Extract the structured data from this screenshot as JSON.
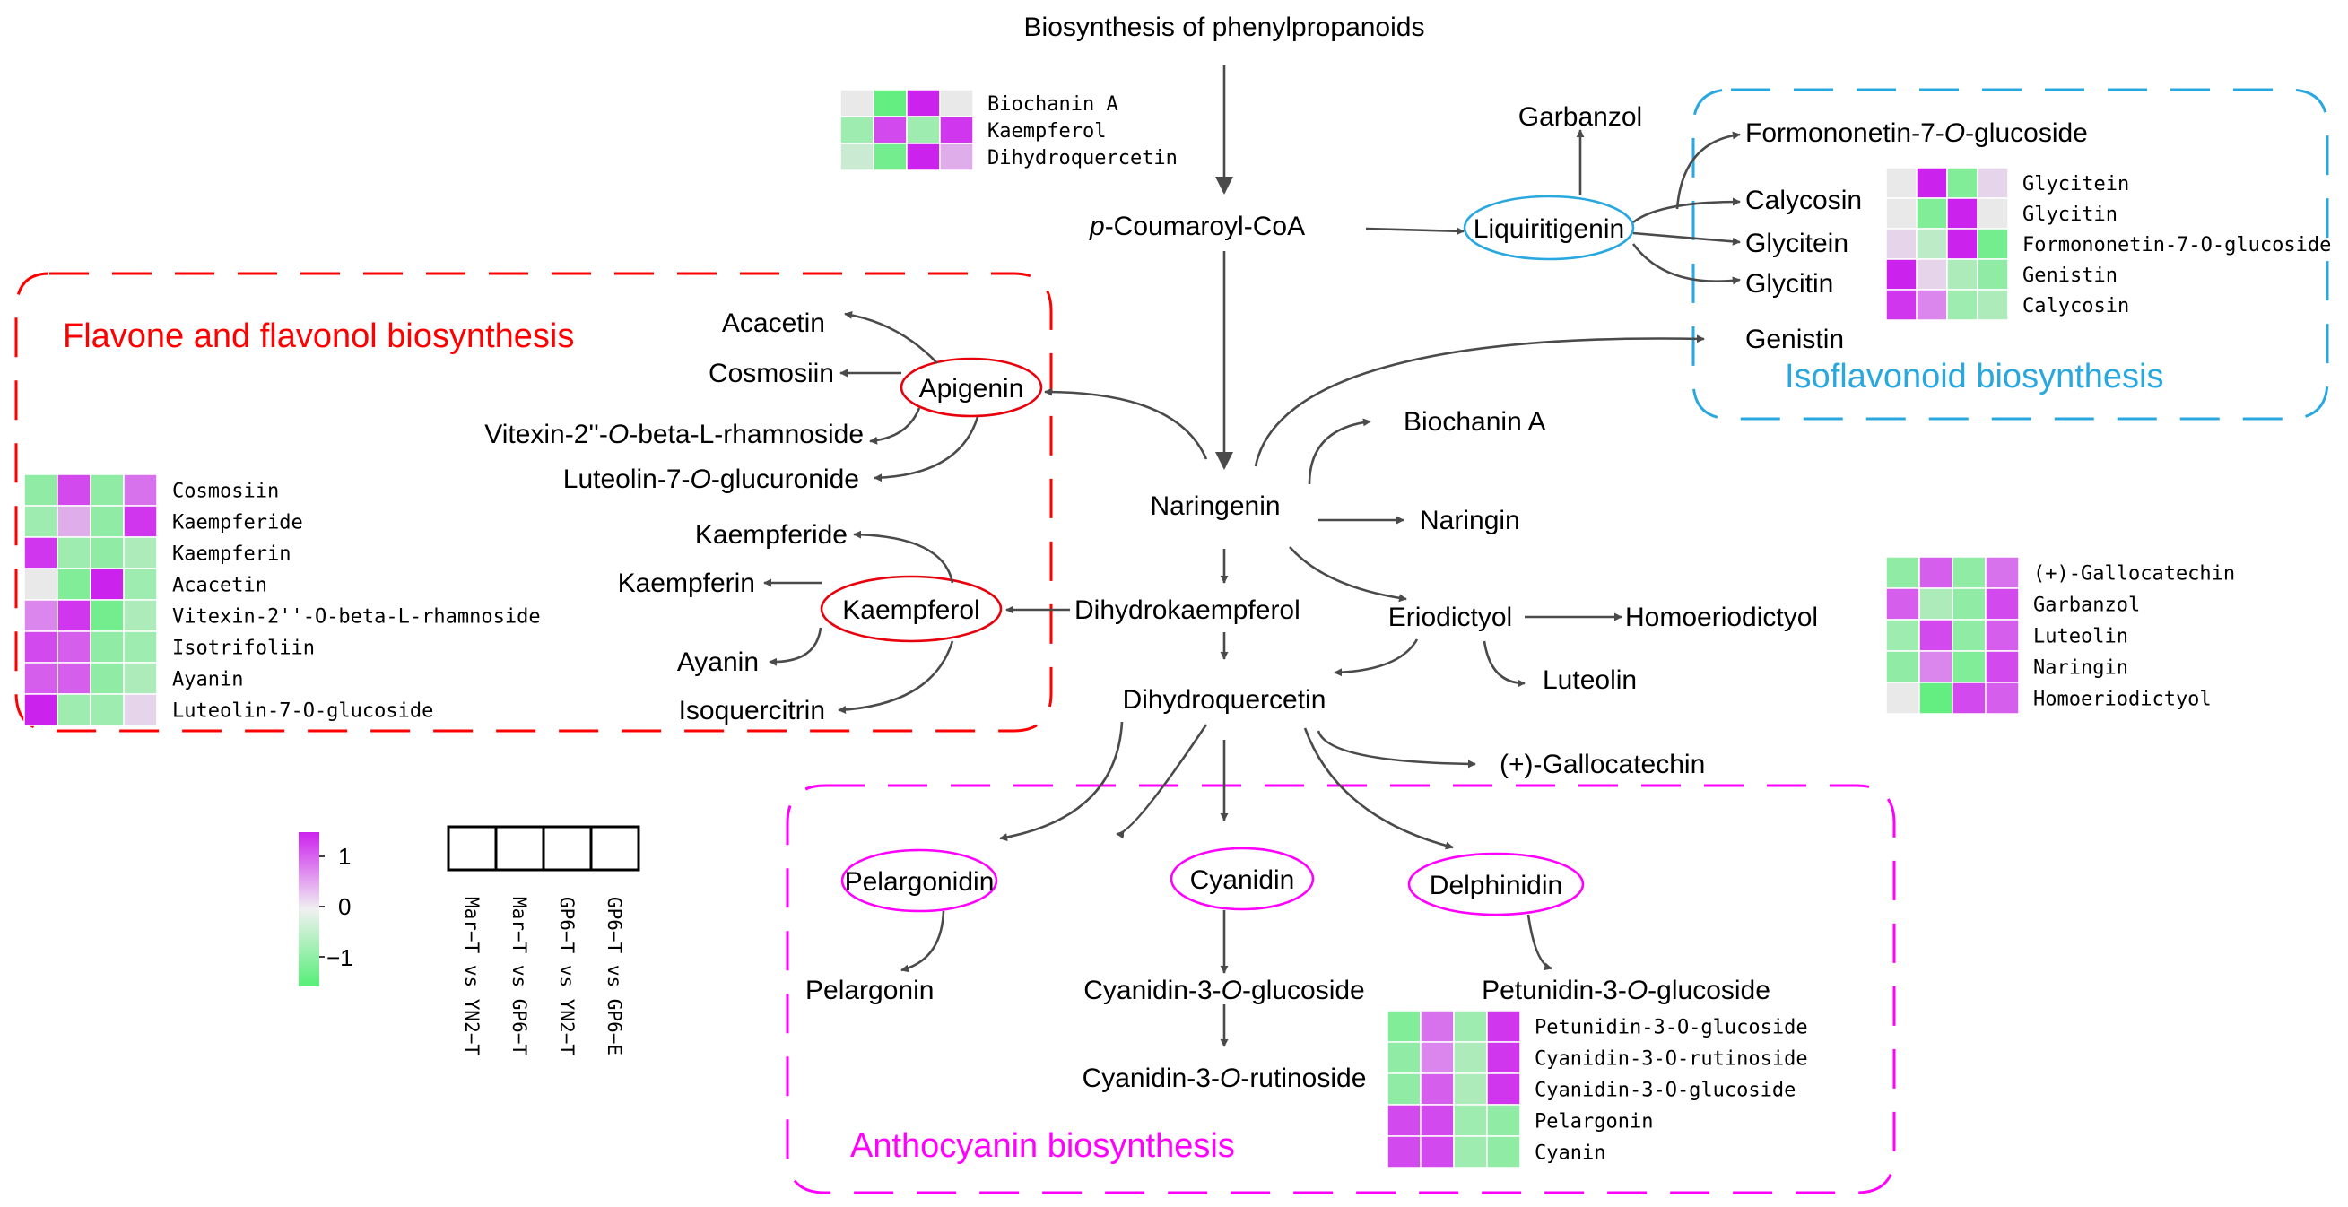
{
  "nodes": {
    "phenylpropanoids": "Biosynthesis of phenylpropanoids",
    "coumaroyl_italic": "p",
    "coumaroyl_rest": "-Coumaroyl-CoA",
    "naringenin": "Naringenin",
    "liquiritigenin": "Liquiritigenin",
    "garbanzol": "Garbanzol",
    "formononetin_a": "Formononetin-7-",
    "formononetin_b": "O",
    "formononetin_c": "-glucoside",
    "calycosin": "Calycosin",
    "glycitein": "Glycitein",
    "glycitin": "Glycitin",
    "genistin": "Genistin",
    "acacetin": "Acacetin",
    "cosmosiin": "Cosmosiin",
    "apigenin": "Apigenin",
    "vitexin_a": "Vitexin-2''-",
    "vitexin_b": "O",
    "vitexin_c": "-beta-L-rhamnoside",
    "luteolin7_a": "Luteolin-7-",
    "luteolin7_b": "O",
    "luteolin7_c": "-glucuronide",
    "kaempferide": "Kaempferide",
    "kaempferin": "Kaempferin",
    "kaempferol": "Kaempferol",
    "ayanin": "Ayanin",
    "isoquercitrin": "Isoquercitrin",
    "dihydrokaempferol": "Dihydrokaempferol",
    "biochanin": "Biochanin A",
    "naringin": "Naringin",
    "eriodictyol": "Eriodictyol",
    "homoeriodictyol": "Homoeriodictyol",
    "luteolin": "Luteolin",
    "dihydroquercetin": "Dihydroquercetin",
    "gallocatechin": "(+)-Gallocatechin",
    "pelargonidin": "Pelargonidin",
    "cyanidin": "Cyanidin",
    "delphinidin": "Delphinidin",
    "pelargonin": "Pelargonin",
    "cyan3glu_a": "Cyanidin-3-",
    "cyan3glu_b": "O",
    "cyan3glu_c": "-glucoside",
    "cyan3rut_a": "Cyanidin-3-",
    "cyan3rut_b": "O",
    "cyan3rut_c": "-rutinoside",
    "petun_a": "Petunidin-3-",
    "petun_b": "O",
    "petun_c": "-glucoside"
  },
  "regions": {
    "flavone": "Flavone and flavonol biosynthesis",
    "isoflavonoid": "Isoflavonoid biosynthesis",
    "anthocyanin": "Anthocyanin biosynthesis"
  },
  "colors": {
    "flavone": "#ff0000",
    "isoflavonoid": "#29a8e0",
    "anthocyanin": "#ff00ff",
    "high": "#cc22ee",
    "mid": "#e9e9e9",
    "low": "#55ee77"
  },
  "legend": {
    "ticks": [
      "1",
      "0",
      "−1"
    ],
    "columns": [
      "Mar−T vs YN2−T",
      "Mar−T vs GP6−T",
      "GP6−T vs YN2−T",
      "GP6−T vs GP6−E"
    ]
  },
  "heatmaps": [
    {
      "id": "top",
      "rows": [
        {
          "label": "Biochanin A",
          "values": [
            0.0,
            -0.9,
            1.0,
            0.0
          ]
        },
        {
          "label": "Kaempferol",
          "values": [
            -0.5,
            0.8,
            -0.5,
            0.9
          ]
        },
        {
          "label": "Dihydroquercetin",
          "values": [
            -0.2,
            -0.8,
            1.0,
            0.3
          ]
        }
      ]
    },
    {
      "id": "flavone",
      "rows": [
        {
          "label": "Cosmosiin",
          "values": [
            -0.6,
            0.8,
            -0.6,
            0.6
          ]
        },
        {
          "label": "Kaempferide",
          "values": [
            -0.5,
            0.3,
            -0.6,
            0.9
          ]
        },
        {
          "label": "Kaempferin",
          "values": [
            0.9,
            -0.5,
            -0.6,
            -0.4
          ]
        },
        {
          "label": "Acacetin",
          "values": [
            0.0,
            -0.7,
            1.0,
            -0.5
          ]
        },
        {
          "label": "Vitexin-2''-O-beta-L-rhamnoside",
          "values": [
            0.5,
            0.9,
            -0.8,
            -0.4
          ]
        },
        {
          "label": "Isotrifoliin",
          "values": [
            0.8,
            0.7,
            -0.6,
            -0.5
          ]
        },
        {
          "label": "Ayanin",
          "values": [
            0.7,
            0.7,
            -0.6,
            -0.4
          ]
        },
        {
          "label": "Luteolin-7-O-glucoside",
          "values": [
            1.0,
            -0.5,
            -0.5,
            0.1
          ]
        }
      ]
    },
    {
      "id": "isoflavonoid",
      "rows": [
        {
          "label": "Glycitein",
          "values": [
            0.0,
            1.0,
            -0.7,
            0.1
          ]
        },
        {
          "label": "Glycitin",
          "values": [
            0.0,
            -0.7,
            1.0,
            0.0
          ]
        },
        {
          "label": "Formononetin-7-O-glucoside",
          "values": [
            0.1,
            -0.3,
            1.0,
            -0.8
          ]
        },
        {
          "label": "Genistin",
          "values": [
            1.0,
            0.1,
            -0.4,
            -0.6
          ]
        },
        {
          "label": "Calycosin",
          "values": [
            0.9,
            0.5,
            -0.5,
            -0.4
          ]
        }
      ]
    },
    {
      "id": "right",
      "rows": [
        {
          "label": "(+)-Gallocatechin",
          "values": [
            -0.6,
            0.7,
            -0.6,
            0.6
          ]
        },
        {
          "label": "Garbanzol",
          "values": [
            0.7,
            -0.4,
            -0.6,
            0.8
          ]
        },
        {
          "label": "Luteolin",
          "values": [
            -0.5,
            0.8,
            -0.6,
            0.7
          ]
        },
        {
          "label": "Naringin",
          "values": [
            -0.6,
            0.5,
            -0.7,
            0.8
          ]
        },
        {
          "label": "Homoeriodictyol",
          "values": [
            0.0,
            -0.9,
            0.8,
            0.7
          ]
        }
      ]
    },
    {
      "id": "anthocyanin",
      "rows": [
        {
          "label": "Petunidin-3-O-glucoside",
          "values": [
            -0.7,
            0.6,
            -0.5,
            0.9
          ]
        },
        {
          "label": "Cyanidin-3-O-rutinoside",
          "values": [
            -0.6,
            0.5,
            -0.4,
            0.9
          ]
        },
        {
          "label": "Cyanidin-3-O-glucoside",
          "values": [
            -0.6,
            0.7,
            -0.4,
            0.9
          ]
        },
        {
          "label": "Pelargonin",
          "values": [
            0.8,
            0.8,
            -0.5,
            -0.6
          ]
        },
        {
          "label": "Cyanin",
          "values": [
            0.8,
            0.8,
            -0.5,
            -0.6
          ]
        }
      ]
    }
  ]
}
